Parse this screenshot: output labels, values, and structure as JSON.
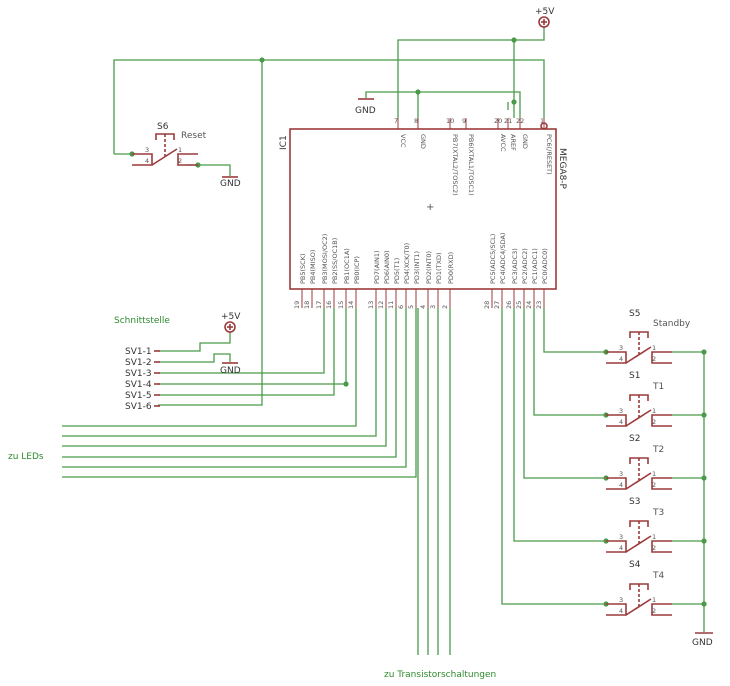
{
  "power": {
    "supply_label": "+5V",
    "ground_label": "GND"
  },
  "ic": {
    "name": "IC1",
    "type": "MEGA8-P",
    "top_pins": [
      {
        "num": "7",
        "name": "VCC"
      },
      {
        "num": "8",
        "name": "GND"
      },
      {
        "num": "10",
        "name": "PB7(XTAL2/TOSC2)"
      },
      {
        "num": "9",
        "name": "PB6(XTAL1/TOSC1)"
      },
      {
        "num": "20",
        "name": "AVCC"
      },
      {
        "num": "21",
        "name": "AREF"
      },
      {
        "num": "22",
        "name": "GND"
      },
      {
        "num": "1",
        "name": "PC6(/RESET)"
      }
    ],
    "bottom_pins": [
      {
        "num": "19",
        "name": "PB5(SCK)"
      },
      {
        "num": "18",
        "name": "PB4(MISO)"
      },
      {
        "num": "17",
        "name": "PB3(MOSI/OC2)"
      },
      {
        "num": "16",
        "name": "PB2(SS/OC1B)"
      },
      {
        "num": "15",
        "name": "PB1(OC1A)"
      },
      {
        "num": "14",
        "name": "PB0(ICP)"
      },
      {
        "num": "13",
        "name": "PD7(AIN1)"
      },
      {
        "num": "12",
        "name": "PD6(AIN0)"
      },
      {
        "num": "11",
        "name": "PD5(T1)"
      },
      {
        "num": "6",
        "name": "PD4(XCK/T0)"
      },
      {
        "num": "5",
        "name": "PD3(INT1)"
      },
      {
        "num": "4",
        "name": "PD2(INT0)"
      },
      {
        "num": "3",
        "name": "PD1(TXD)"
      },
      {
        "num": "2",
        "name": "PD0(RXD)"
      },
      {
        "num": "28",
        "name": "PC5(ADC5/SCL)"
      },
      {
        "num": "27",
        "name": "PC4(ADC4/SDA)"
      },
      {
        "num": "26",
        "name": "PC3(ADC3)"
      },
      {
        "num": "25",
        "name": "PC2(ADC2)"
      },
      {
        "num": "24",
        "name": "PC1(ADC1)"
      },
      {
        "num": "23",
        "name": "PC0(ADC0)"
      }
    ]
  },
  "connector": {
    "title": "Schnittstelle",
    "pins": [
      "SV1-1",
      "SV1-2",
      "SV1-3",
      "SV1-4",
      "SV1-5",
      "SV1-6"
    ]
  },
  "switches": [
    {
      "ref": "S6",
      "value": "Reset"
    },
    {
      "ref": "S5",
      "value": "Standby"
    },
    {
      "ref": "S1",
      "value": "T1"
    },
    {
      "ref": "S2",
      "value": "T2"
    },
    {
      "ref": "S3",
      "value": "T3"
    },
    {
      "ref": "S4",
      "value": "T4"
    }
  ],
  "switch_pins": [
    "1",
    "2",
    "3",
    "4"
  ],
  "labels": {
    "leds": "zu LEDs",
    "transistors": "zu Transistorschaltungen"
  }
}
